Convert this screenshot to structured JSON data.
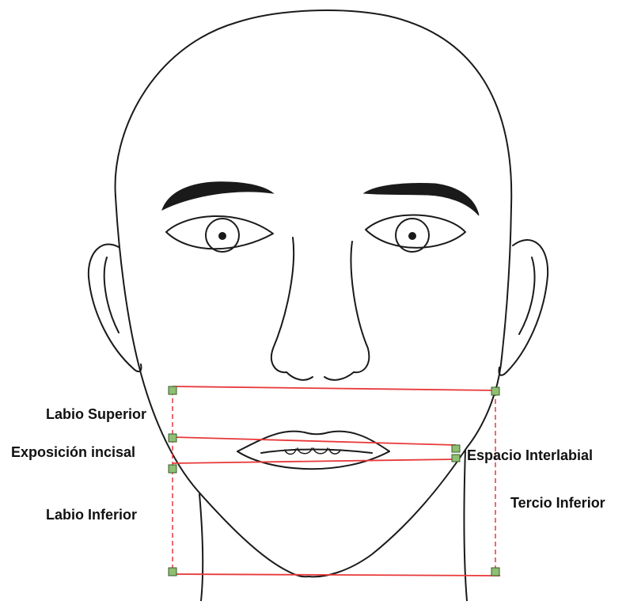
{
  "labels": {
    "labio_superior": "Labio Superior",
    "exposicion_incisal": "Exposición incisal",
    "labio_inferior": "Labio Inferior",
    "espacio_interlabial": "Espacio Interlabial",
    "tercio_inferior": "Tercio Inferior"
  },
  "colors": {
    "measure_line": "#e8393a",
    "marker_fill": "#8fbf72",
    "marker_stroke": "#3a5a2a",
    "drawing_ink": "#1a1a1a"
  }
}
